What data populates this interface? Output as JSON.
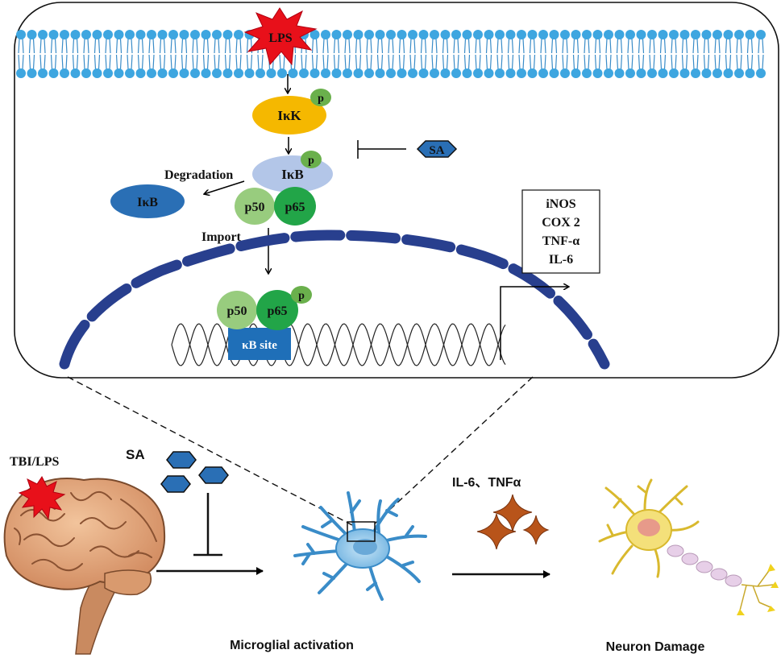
{
  "inset": {
    "lps_label": "LPS",
    "ikk_label": "IκK",
    "phospho_label": "p",
    "ikb_label": "IκB",
    "degraded_ikb_label": "IκB",
    "p50_label": "p50",
    "p65_label": "p65",
    "degradation_label": "Degradation",
    "import_label": "Import",
    "sa_label": "SA",
    "kb_site_label": "κB site",
    "target_genes": [
      "iNOS",
      "COX 2",
      "TNF-α",
      "IL-6"
    ]
  },
  "bottom": {
    "tbi_label": "TBI/LPS",
    "sa_label": "SA",
    "microglia_label": "Microglial activation",
    "cytokines_label": "IL-6、TNFα",
    "neuron_label": "Neuron Damage"
  },
  "colors": {
    "membrane_head": "#3ea6e0",
    "ikk": "#f5b800",
    "phospho": "#6ab04c",
    "ikb": "#b3c6e8",
    "p50": "#98cc7e",
    "p65": "#22a548",
    "degraded_ikb": "#2a6fb5",
    "nuclear_envelope": "#283f8e",
    "kb_site": "#1f6fb8",
    "sa_hexagon": "#2a6fb5",
    "lps_burst": "#e8101a",
    "cytokine_star": "#b8541a",
    "brain": "#e0a77e",
    "microglia": "#8fc6e8",
    "neuron": "#f4e07a"
  },
  "icons": [
    "lps-burst-icon",
    "sa-hexagon-icon",
    "brain-icon",
    "microglia-icon",
    "cytokine-star-icon",
    "neuron-icon",
    "dna-helix-icon"
  ]
}
